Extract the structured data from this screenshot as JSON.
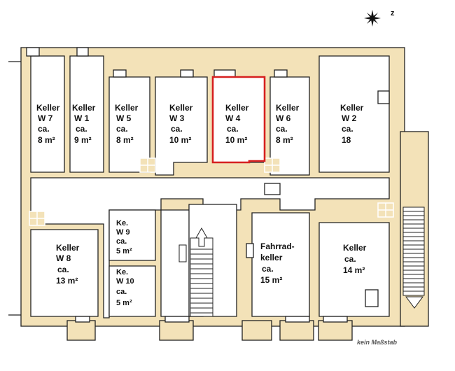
{
  "note": "kein Maßstab",
  "compass": {
    "label": "z",
    "icon": "compass-star-icon"
  },
  "highlight_color": "#d62020",
  "wall_color": "#f3e2b8",
  "rooms": [
    {
      "id": "w7",
      "lines": [
        "Keller",
        "W 7",
        "ca.",
        "8 m²"
      ]
    },
    {
      "id": "w1",
      "lines": [
        "Keller",
        "W 1",
        "ca.",
        "9 m²"
      ]
    },
    {
      "id": "w5",
      "lines": [
        "Keller",
        "W 5",
        "ca.",
        "8 m²"
      ]
    },
    {
      "id": "w3",
      "lines": [
        "Keller",
        "W 3",
        "ca.",
        "10 m²"
      ]
    },
    {
      "id": "w4",
      "lines": [
        "Keller",
        "W 4",
        "ca.",
        "10 m²"
      ],
      "highlighted": true
    },
    {
      "id": "w6",
      "lines": [
        "Keller",
        "W 6",
        "ca.",
        "8 m²"
      ]
    },
    {
      "id": "w2",
      "lines": [
        "Keller",
        "W 2",
        "ca.",
        "18"
      ]
    },
    {
      "id": "w8",
      "lines": [
        "Keller",
        "W  8",
        "ca.",
        "13 m²"
      ]
    },
    {
      "id": "w9",
      "lines": [
        "Ke.",
        "W 9",
        "ca.",
        "5 m²"
      ]
    },
    {
      "id": "w10",
      "lines": [
        "Ke.",
        "W 10",
        "ca.",
        "5 m²"
      ]
    },
    {
      "id": "fahrrad",
      "lines": [
        "Fahrrad-",
        "keller",
        "ca.",
        "15 m²"
      ]
    },
    {
      "id": "keller14",
      "lines": [
        "Keller",
        "ca.",
        "14 m²"
      ]
    }
  ]
}
